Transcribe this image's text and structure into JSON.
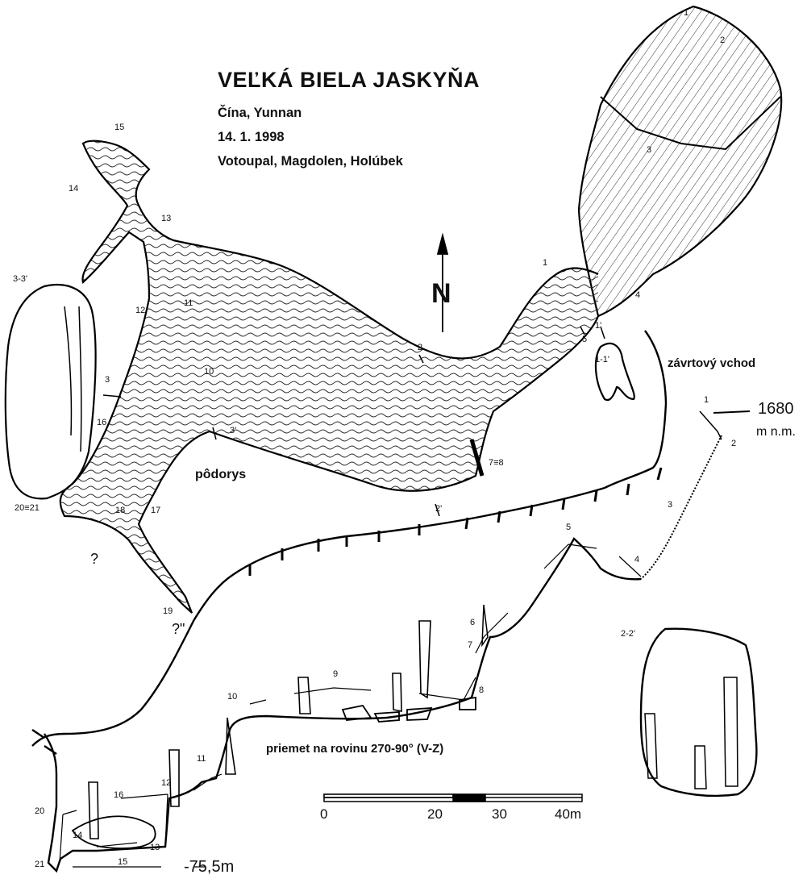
{
  "title": "VEĽKÁ BIELA JASKYŇA",
  "location": "Čína, Yunnan",
  "date": "14. 1. 1998",
  "authors": "Votoupal, Magdolen, Holúbek",
  "labels": {
    "plan": "pôdorys",
    "projection": "priemet na rovinu 270-90° (V-Z)",
    "entrance": "závrtový vchod",
    "altitude": "1680",
    "altitude_unit": "m n.m.",
    "depth": "-75,5m",
    "north": "N"
  },
  "sections": {
    "s11": "1-1'",
    "s22": "2-2'",
    "s33": "3-3'",
    "s1": "1",
    "s1p": "1'",
    "s2": "2",
    "s2p": "2'",
    "s3": "3",
    "s3p": "3'"
  },
  "stations_plan": {
    "p1": "1",
    "p2": "2",
    "p3": "3",
    "p4": "4",
    "p5": "5",
    "p78": "7≡8",
    "p10": "10",
    "p11": "11",
    "p12": "12",
    "p13": "13",
    "p14": "14",
    "p15": "15",
    "p16": "16",
    "p17": "17",
    "p18": "18",
    "p19": "19",
    "p2021": "20≡21",
    "q1": "?",
    "q2": "?\""
  },
  "stations_profile": {
    "e1": "1",
    "e2": "2",
    "e3": "3",
    "e4": "4",
    "e5": "5",
    "e6": "6",
    "e7": "7",
    "e8": "8",
    "e9": "9",
    "e10": "10",
    "e11": "11",
    "e12": "12",
    "e13": "13",
    "e14": "14",
    "e15": "15",
    "e16": "16",
    "e20": "20",
    "e21": "21"
  },
  "scale": {
    "ticks": [
      "0",
      "20",
      "30",
      "40m"
    ]
  }
}
